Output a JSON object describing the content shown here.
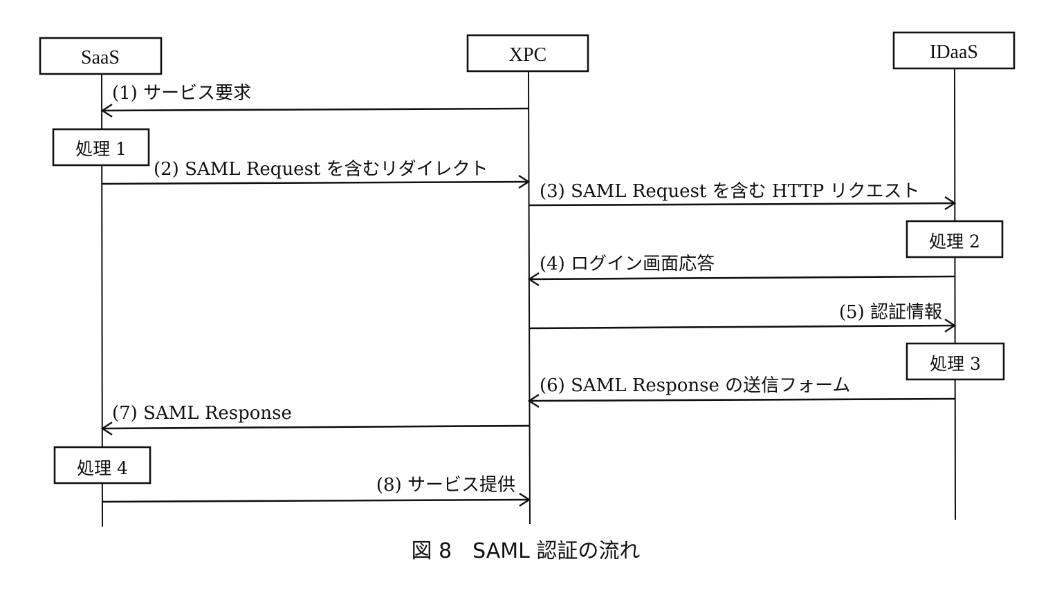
{
  "figure": {
    "caption": "図 8　SAML 認証の流れ"
  },
  "actors": [
    {
      "id": "saas",
      "label": "SaaS"
    },
    {
      "id": "xpc",
      "label": "XPC"
    },
    {
      "id": "idaas",
      "label": "IDaaS"
    }
  ],
  "messages": [
    {
      "label": "(1) サービス要求",
      "from": "xpc",
      "to": "saas"
    },
    {
      "label": "(2) SAML Request を含むリダイレクト",
      "from": "saas",
      "to": "xpc"
    },
    {
      "label": "(3) SAML Request を含む HTTP リクエスト",
      "from": "xpc",
      "to": "idaas"
    },
    {
      "label": "(4) ログイン画面応答",
      "from": "idaas",
      "to": "xpc"
    },
    {
      "label": "(5) 認証情報",
      "from": "xpc",
      "to": "idaas"
    },
    {
      "label": "(6) SAML Response の送信フォーム",
      "from": "idaas",
      "to": "xpc"
    },
    {
      "label": "(7) SAML Response",
      "from": "xpc",
      "to": "saas"
    },
    {
      "label": "(8) サービス提供",
      "from": "saas",
      "to": "xpc"
    }
  ],
  "steps": [
    {
      "label": "処理 1",
      "actor": "saas"
    },
    {
      "label": "処理 2",
      "actor": "idaas"
    },
    {
      "label": "処理 3",
      "actor": "idaas"
    },
    {
      "label": "処理 4",
      "actor": "saas"
    }
  ]
}
